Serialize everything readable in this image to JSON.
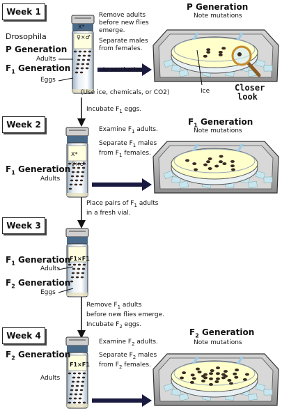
{
  "weeks": [
    {
      "label": "Week 1"
    },
    {
      "label": "Week 2"
    },
    {
      "label": "Week 3"
    },
    {
      "label": "Week 4"
    }
  ],
  "species_label": "Drosophila",
  "w1": {
    "gen_p": "P Generation",
    "adults": "Adults",
    "gen_f1": "F",
    "gen_f1_sub": "1",
    "gen_word": " Generation",
    "eggs": "Eggs",
    "vial_label_top": "X*",
    "vial_label_bottom": "♀×♂",
    "note1_l1": "Remove adults",
    "note1_l2": "before new flies",
    "note1_l3": "emerge.",
    "note2_l1": "Separate males",
    "note2_l2": "from females.",
    "anaes_l1": "Anaesthetize",
    "anaes_l2": "(Use ice, chemicals, or CO2)",
    "dish_title": "P Generation",
    "dish_sub": "Note mutations",
    "ice": "Ice",
    "closer_l1": "Closer",
    "closer_l2": "look",
    "incubate": "Incubate F",
    "incubate_sub": "1",
    "incubate_end": " eggs."
  },
  "w2": {
    "gen": "F",
    "gen_sub": "1",
    "gen_word": " Generation",
    "adults": "Adults",
    "vial_label_top": "X*",
    "vial_label_bottom": "♀×♂",
    "note1": "Examine F",
    "note1_sub": "1",
    "note1_end": " adults.",
    "note2_l1": "Separate F",
    "note2_l1_sub": "1",
    "note2_l1_end": " males",
    "note2_l2": "from F",
    "note2_l2_sub": "1",
    "note2_l2_end": " females.",
    "dish_title": "F",
    "dish_title_sub": "1",
    "dish_title_end": " Generation",
    "dish_sub": "Note mutations",
    "place_l1": "Place pairs of F",
    "place_l1_sub": "1",
    "place_l1_end": " adults",
    "place_l2": "in a fresh vial."
  },
  "w3": {
    "gen1": "F",
    "gen1_sub": "1",
    "gen1_word": " Generation",
    "adults": "Adults",
    "gen2": "F",
    "gen2_sub": "2",
    "gen2_word": " Generation",
    "eggs": "Eggs",
    "vial_label": "F1×F1",
    "remove_l1": "Remove F",
    "remove_l1_sub": "1",
    "remove_l1_end": " adults",
    "remove_l2": "before new flies emerge.",
    "incubate": "Incubate F",
    "incubate_sub": "2",
    "incubate_end": " eggs."
  },
  "w4": {
    "gen": "F",
    "gen_sub": "2",
    "gen_word": " Generation",
    "adults": "Adults",
    "vial_label": "F1×F1",
    "note1": "Examine F",
    "note1_sub": "2",
    "note1_end": " adults.",
    "note2_l1": "Separate F",
    "note2_l1_sub": "2",
    "note2_l1_end": " males",
    "note2_l2": "from F",
    "note2_l2_sub": "2",
    "note2_l2_end": " females.",
    "dish_title": "F",
    "dish_title_sub": "2",
    "dish_title_end": " Generation",
    "dish_sub": "Note mutations"
  },
  "colors": {
    "tray": "#b4b4b4",
    "dish_yellow": "#ffffcc",
    "ice_blue": "#c8e6f0",
    "arrow": "#1a1a40",
    "fly": "#3a2a22"
  }
}
